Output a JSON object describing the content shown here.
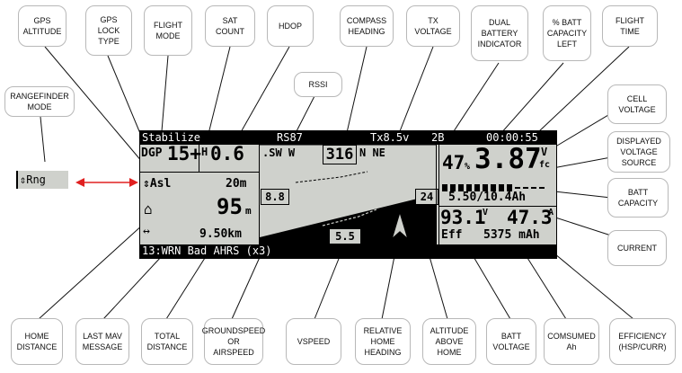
{
  "callouts": {
    "gps_altitude": "GPS\nALTITUDE",
    "gps_lock_type": "GPS\nLOCK\nTYPE",
    "flight_mode": "FLIGHT\nMODE",
    "sat_count": "SAT\nCOUNT",
    "hdop": "HDOP",
    "rssi": "RSSI",
    "compass_heading": "COMPASS\nHEADING",
    "tx_voltage": "TX\nVOLTAGE",
    "dual_battery": "DUAL\nBATTERY\nINDICATOR",
    "batt_capacity_left": "% BATT\nCAPACITY\nLEFT",
    "flight_time": "FLIGHT\nTIME",
    "rangefinder_mode": "RANGEFINDER\nMODE",
    "cell_voltage": "CELL\nVOLTAGE",
    "voltage_source": "DISPLAYED\nVOLTAGE\nSOURCE",
    "batt_capacity": "BATT\nCAPACITY",
    "current": "CURRENT",
    "home_distance": "HOME\nDISTANCE",
    "last_mav_message": "LAST MAV\nMESSAGE",
    "total_distance": "TOTAL\nDISTANCE",
    "groundspeed": "GROUNDSPEED\nOR\nAIRSPEED",
    "vspeed": "VSPEED",
    "relative_home_heading": "RELATIVE\nHOME\nHEADING",
    "altitude_above_home": "ALTITUDE\nABOVE\nHOME",
    "batt_voltage": "BATT\nVOLTAGE",
    "consumed_ah": "COMSUMED\nAh",
    "efficiency": "EFFICIENCY\n(HSP/CURR)"
  },
  "lcd": {
    "flight_mode": "Stabilize",
    "rssi": "RS87",
    "tx_voltage": "Tx8.5v",
    "battery_index": "2B",
    "flight_time": "00:00:55",
    "gps_lock": "DGP",
    "sat_count": "15+",
    "hdop_label": "H",
    "hdop": "0.6",
    "compass_left": ".SW  W",
    "compass_heading": "316",
    "compass_right": "N  NE",
    "batt_percent": "47",
    "percent_sign": "%",
    "cell_voltage": "3.87",
    "cell_volt_unit": "V",
    "voltage_source": "fc",
    "alt_mode": "⇕Asl",
    "gps_altitude": "20m",
    "home_icon": "⌂",
    "home_distance": "95",
    "home_distance_unit": "m",
    "distance_icon": "↔",
    "total_distance": "9.50km",
    "groundspeed": "8.8",
    "vspeed": "5.5",
    "altitude_above_home": "24",
    "batt_capacity": "5.50/10.4Ah",
    "batt_voltage": "93.1",
    "batt_voltage_unit": "V",
    "current": "47.3",
    "current_unit": "A",
    "efficiency": "Eff",
    "consumed": "5375 mAh",
    "mav_message": "13:WRN Bad AHRS (x3)"
  },
  "rangefinder_box": "⇕Rng",
  "colors": {
    "arrow": "#e02020",
    "lcd_bg": "#cfd1cc",
    "bar": "#000000"
  }
}
